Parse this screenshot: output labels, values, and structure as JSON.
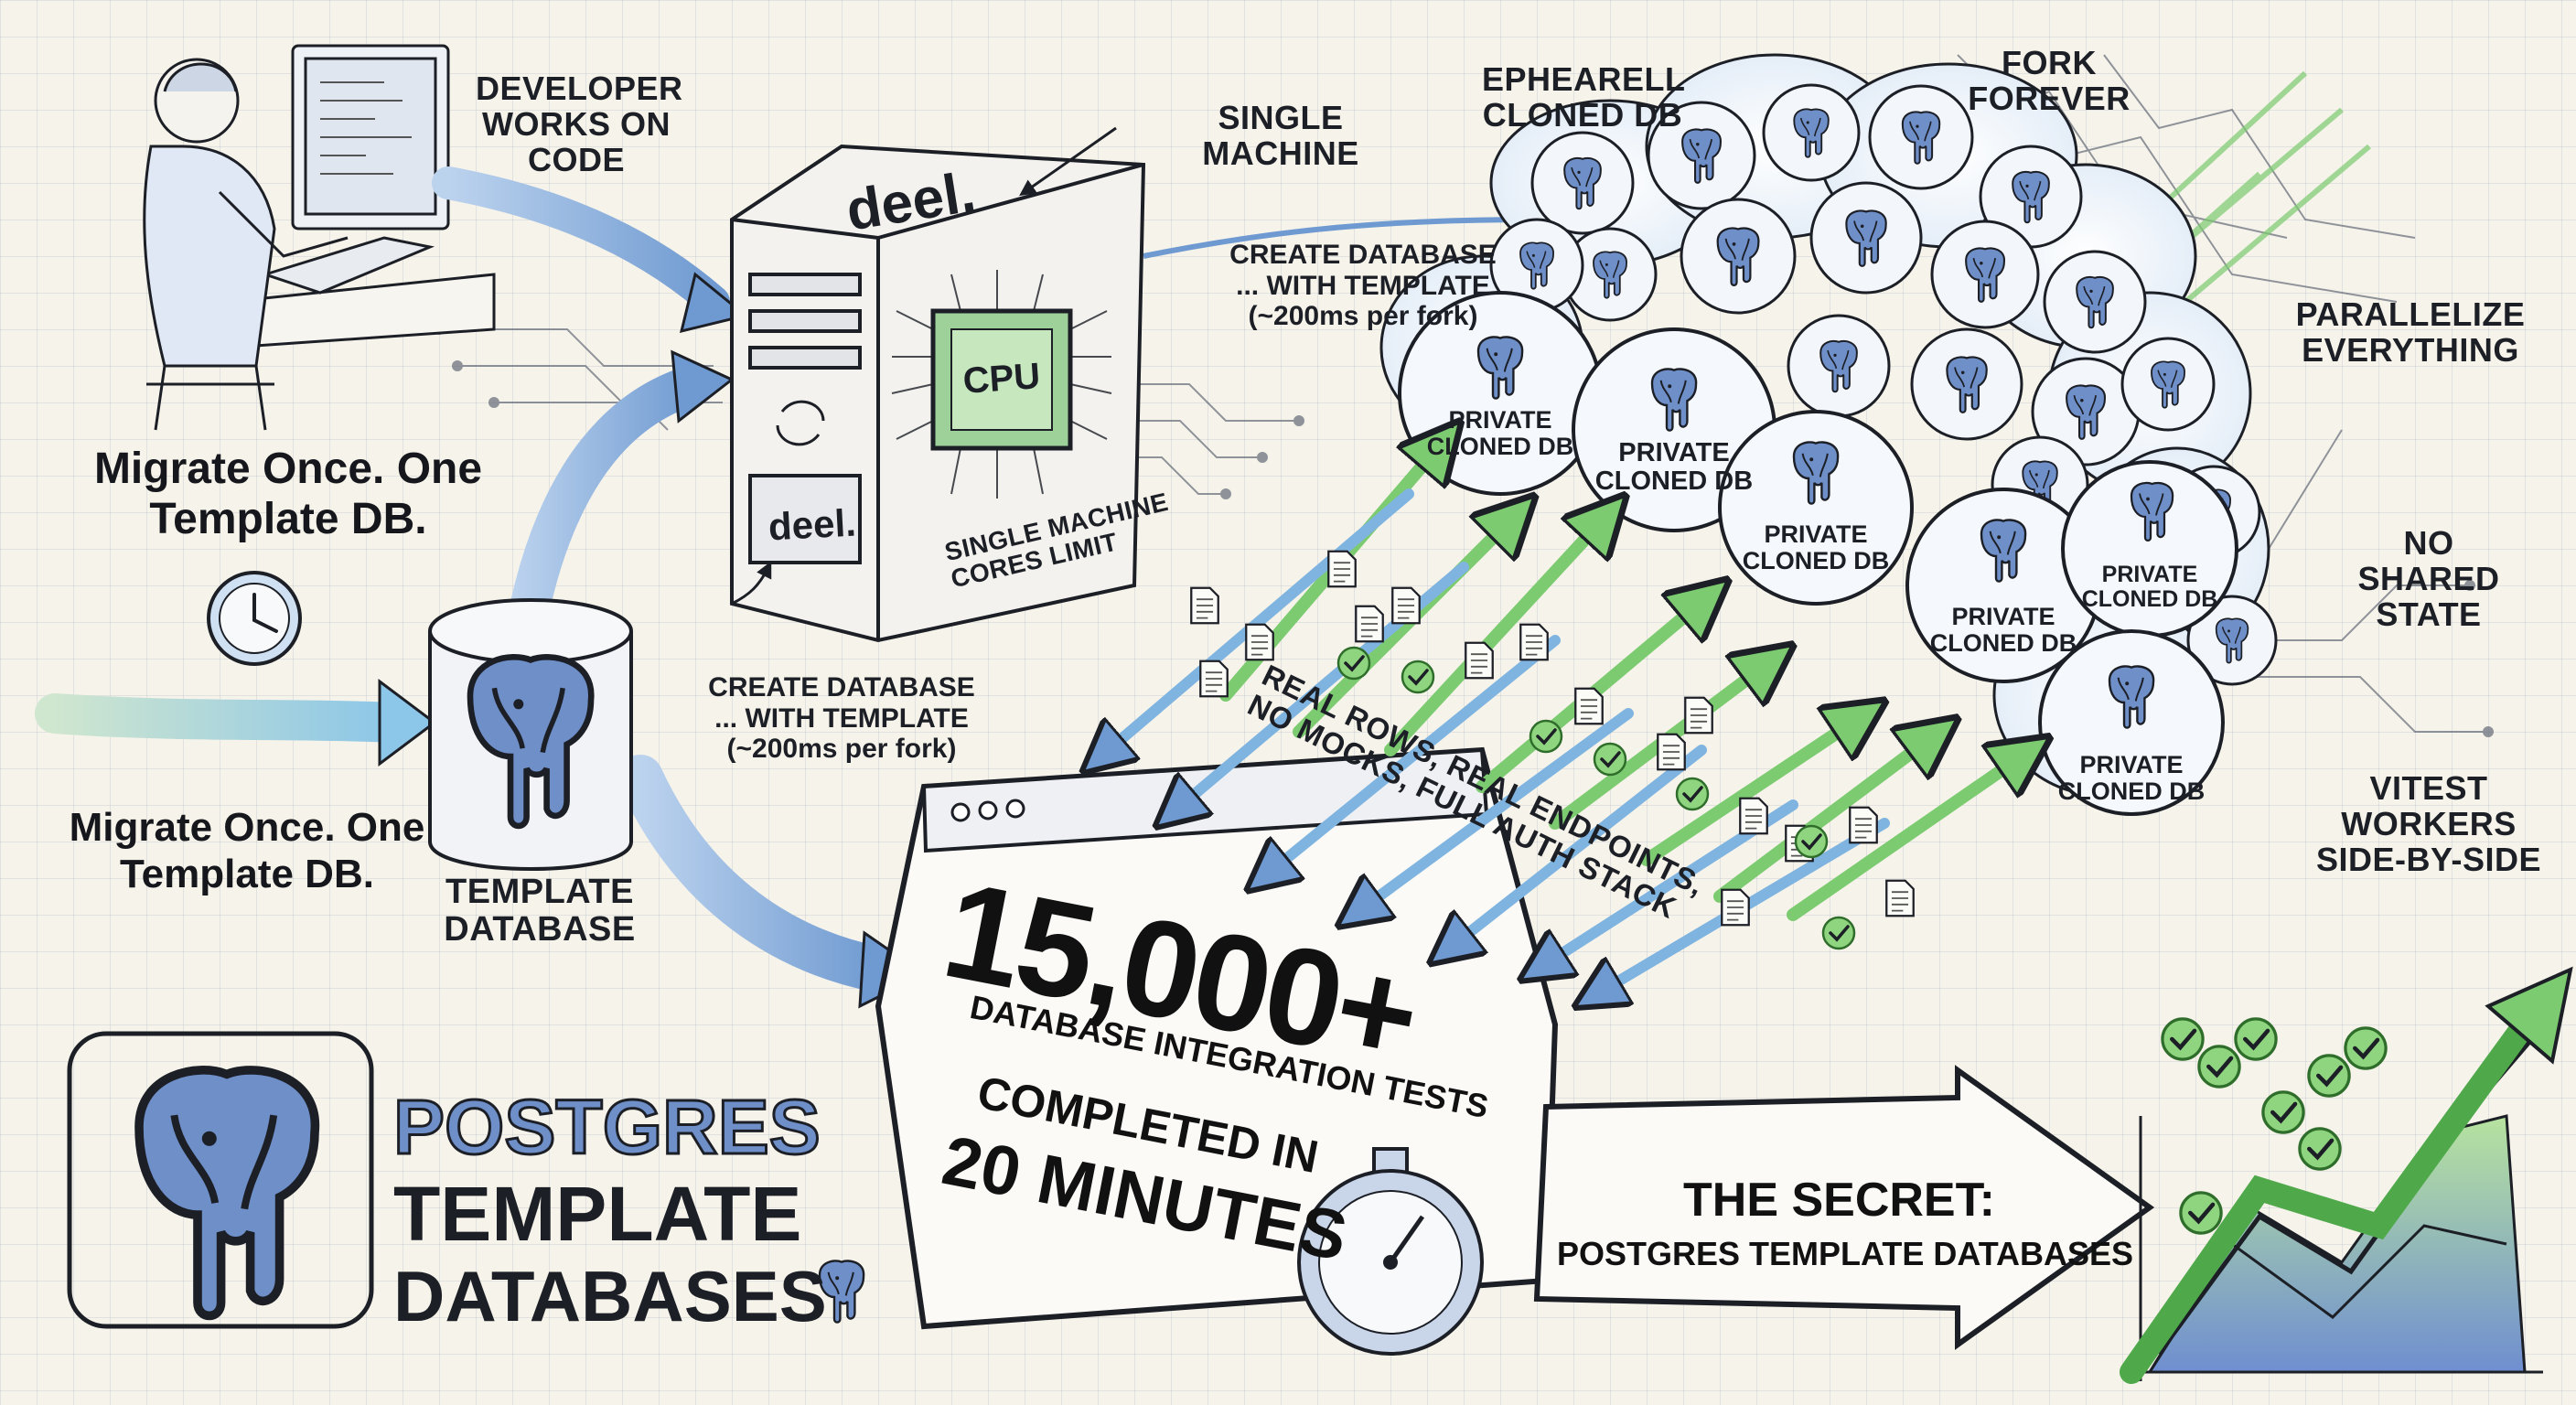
{
  "developer_label": "DEVELOPER WORKS ON CODE",
  "single_machine_label": "SINGLE MACHINE",
  "cores_limit_label": "SINGLE MACHINE CORES LIMIT",
  "cpu_chip_label": "CPU",
  "brand_logo_top": "deel.",
  "brand_logo_bottom": "deel.",
  "create_db_label_top": "CREATE DATABASE ... WITH TEMPLATE (~200ms per fork)",
  "create_db_label_mid": "CREATE DATABASE ... WITH TEMPLATE (~200ms per fork)",
  "ephemeral_label": "EPHEARELL CLONED DB",
  "fork_forever_label": "FORK FOREVER",
  "parallelize_label": "PARALLELIZE EVERYTHING",
  "no_shared_state_label": "NO SHARED STATE",
  "vitest_label": "VITEST WORKERS SIDE-BY-SIDE",
  "migrate_once_upper": "Migrate Once. One Template DB.",
  "migrate_once_lower": "Migrate Once. One Template DB.",
  "template_database_label": "TEMPLATE DATABASE",
  "private_cloned_db_labels": [
    "PRIVATE CLONED DB",
    "PRIVATE CLONED DB",
    "PRIVATE CLONED DB",
    "PRIVATE CLONED DB",
    "PRIVATE CLONED DB",
    "PRIVATE CLONED DB"
  ],
  "diagonal_caption": "REAL ROWS, REAL ENDPOINTS, NO MOCKS, FULL AUTH STACK",
  "results_count": "15,000+",
  "results_subtitle": "DATABASE INTEGRATION TESTS",
  "results_completed": "COMPLETED IN",
  "results_duration": "20 MINUTES",
  "secret_title": "THE SECRET:",
  "secret_subtitle": "POSTGRES TEMPLATE DATABASES",
  "logo_title_line1": "POSTGRES",
  "logo_title_line2": "TEMPLATE",
  "logo_title_line3": "DATABASES",
  "colors": {
    "paper": "#f6f3ea",
    "ink": "#1c1f26",
    "blue": "#6f9ad1",
    "blue_dark": "#3f6aa8",
    "green": "#6fc56a",
    "green_dark": "#3f9a3c"
  }
}
